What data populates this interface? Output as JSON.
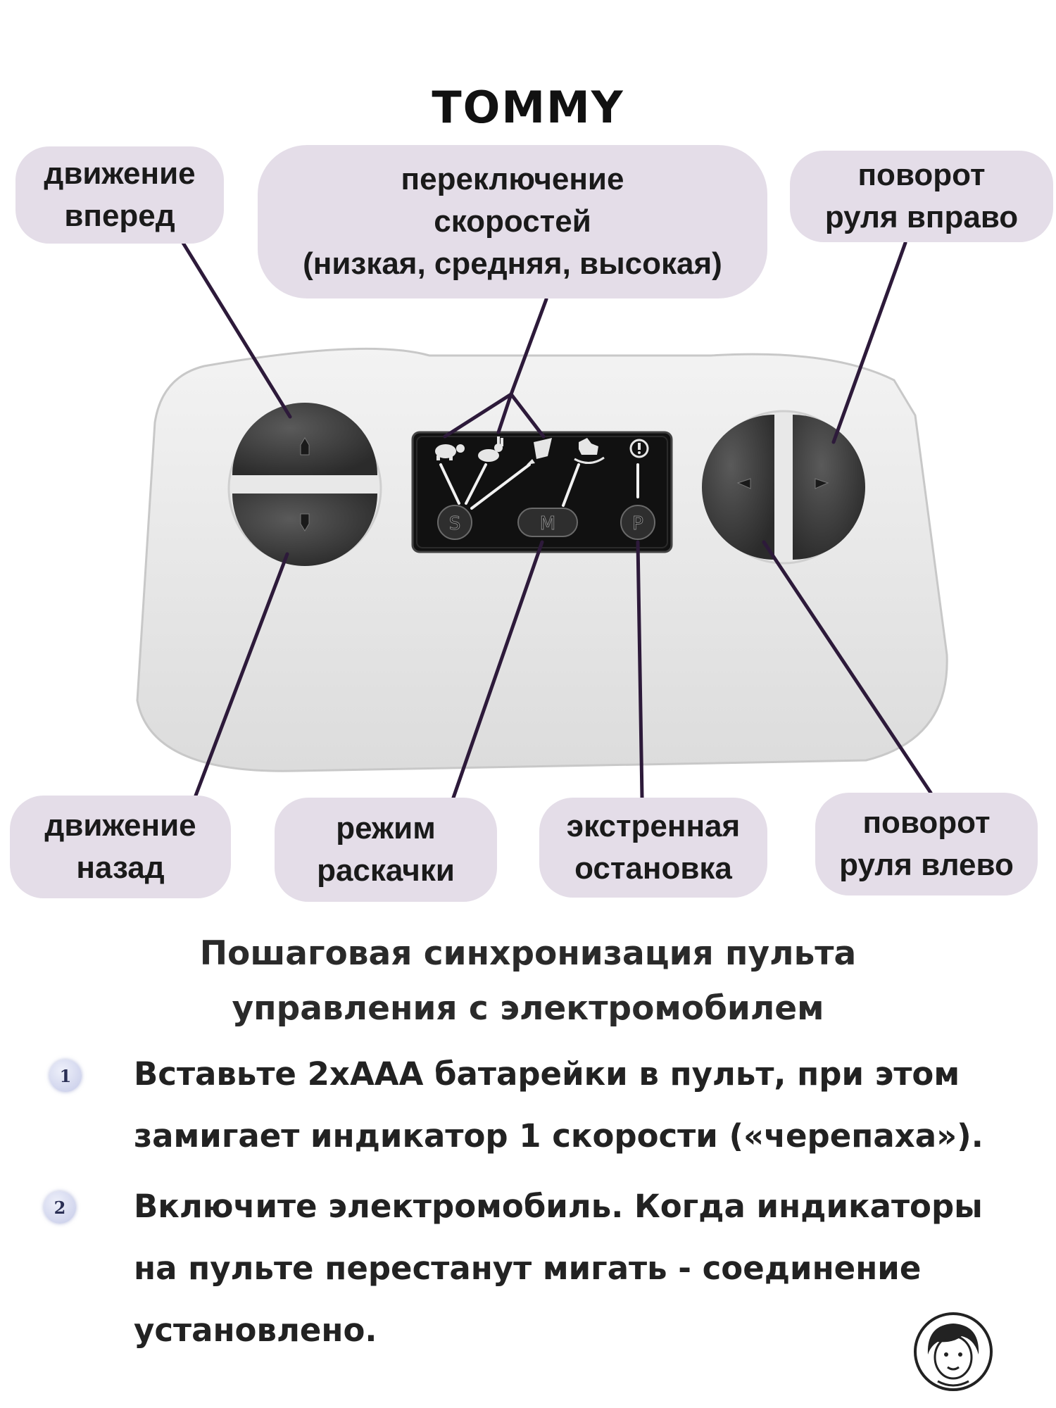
{
  "brand": {
    "logo_text": "TOMMY"
  },
  "labels": {
    "forward": "движение\nвперед",
    "speed_switch": "переключение\nскоростей\n(низкая, средняя, высокая)",
    "steer_right": "поворот\nруля вправо",
    "backward": "движение\nназад",
    "swing_mode": "режим\nраскачки",
    "emergency_stop": "экстренная\nостановка",
    "steer_left": "поворот\nруля влево"
  },
  "remote": {
    "buttons": {
      "s": "S",
      "m": "M",
      "p": "P"
    },
    "indicator_icons": [
      "turtle-icon",
      "rabbit-icon",
      "rocket-icon",
      "rocking-horse-icon",
      "alert-icon"
    ]
  },
  "instructions": {
    "heading": "Пошаговая синхронизация пульта\nуправления с электромобилем",
    "steps": [
      {
        "num": "1",
        "text": "Вставьте 2хААА батарейки в пульт, при этом\nзамигает индикатор 1 скорости («черепаха»)."
      },
      {
        "num": "2",
        "text": "Включите электромобиль. Когда индикаторы\nна пульте перестанут мигать - соединение\nустановлено."
      }
    ]
  },
  "colors": {
    "bubble": "#e4dde8",
    "leader_line": "#2d1a3a",
    "panel": "#111111"
  }
}
